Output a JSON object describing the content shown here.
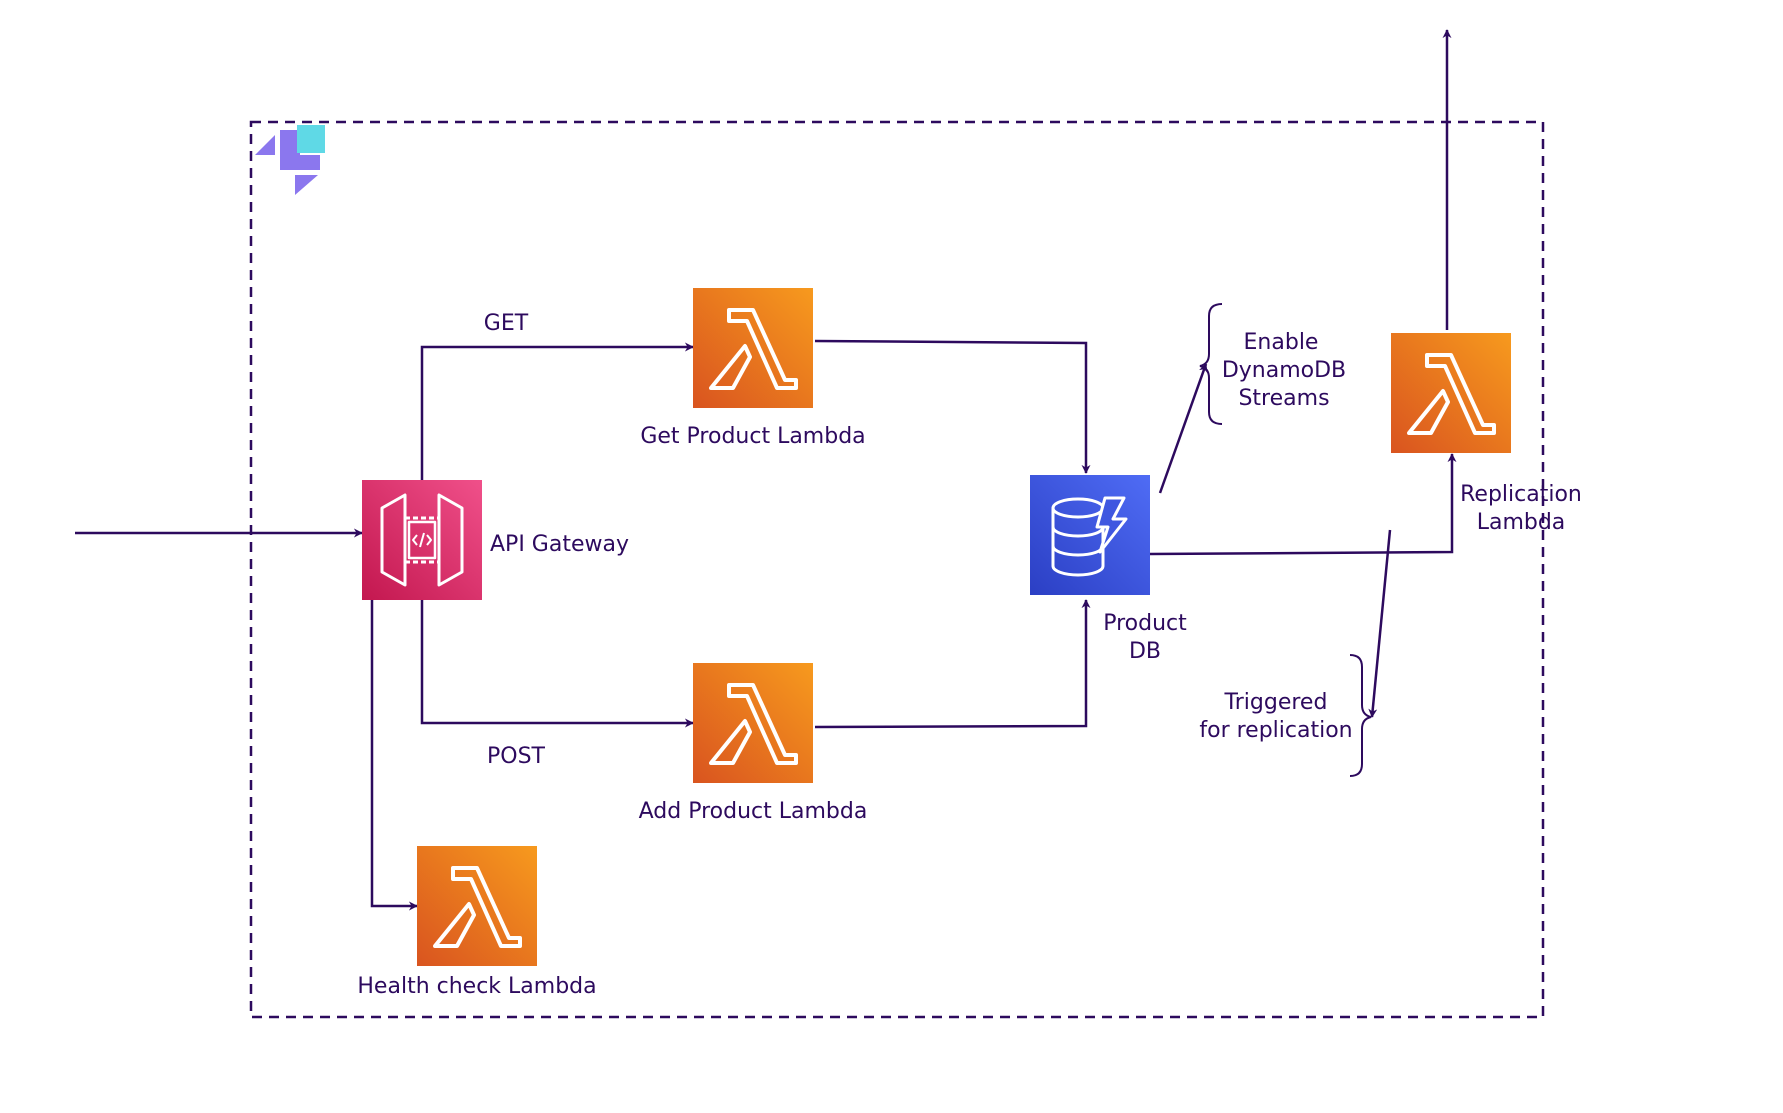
{
  "colors": {
    "line": "#2d0a5e",
    "text": "#2d0a5e",
    "lambda_top": "#f79a1e",
    "lambda_bottom": "#d9541f",
    "apigw_top": "#f0508a",
    "apigw_bottom": "#c3174f",
    "dynamo_top": "#4f6cf5",
    "dynamo_bottom": "#2b3fc4",
    "logo_cyan": "#5fd9e6",
    "logo_violet": "#8b77ee"
  },
  "labels": {
    "get": "GET",
    "post": "POST",
    "api_gateway": "API Gateway",
    "get_product_lambda": "Get Product Lambda",
    "add_product_lambda": "Add Product Lambda",
    "health_check_lambda": "Health check Lambda",
    "product_db_line1": "Product",
    "product_db_line2": "DB",
    "replication_line1": "Replication",
    "replication_line2": "Lambda",
    "streams_line1": "Enable",
    "streams_line2": "DynamoDB",
    "streams_line3": "Streams",
    "triggered_line1": "Triggered",
    "triggered_line2": "for replication"
  },
  "icons": {
    "lambda": "lambda-icon",
    "api_gateway": "api-gateway-icon",
    "dynamodb": "dynamodb-icon",
    "logo": "app-logo-icon"
  }
}
